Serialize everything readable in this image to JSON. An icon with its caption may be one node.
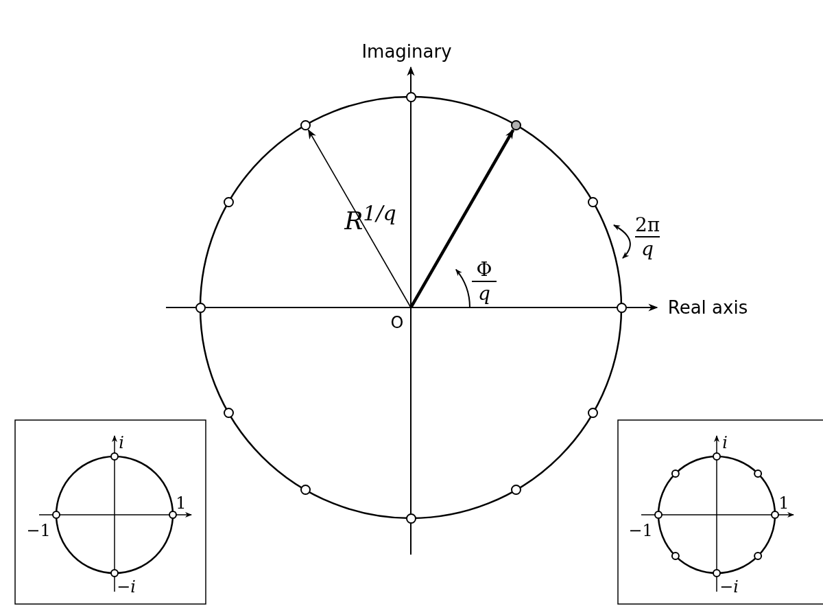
{
  "diagram": {
    "nodes": [
      {
        "text": [],
        "shape": "circle"
      },
      {
        "text": [],
        "shape": "circle"
      },
      {
        "text": [],
        "shape": "circle"
      },
      {
        "text": [],
        "shape": "circle"
      },
      {
        "text": [],
        "shape": "circle"
      },
      {
        "text": [],
        "shape": "circle"
      },
      {
        "text": [],
        "shape": "circle"
      },
      {
        "text": [],
        "shape": "circle"
      },
      {
        "text": [],
        "shape": "circle"
      },
      {
        "text": [],
        "shape": "circle"
      },
      {
        "text": [],
        "shape": "circle"
      },
      {
        "text": [],
        "shape": "circle"
      }
    ],
    "edges": [
      {
        "from": null,
        "to": 1,
        "arrow": "to"
      },
      {
        "from": null,
        "to": 2,
        "arrow": "to",
        "style": "thick"
      }
    ],
    "labels": [
      "Imaginary",
      "R$^{1/q}$",
      "2π",
      "q",
      "Φ",
      "q",
      "Real axis",
      "O",
      "i",
      "1",
      "−1",
      "−i",
      "i",
      "1",
      "−1",
      "−i"
    ]
  }
}
